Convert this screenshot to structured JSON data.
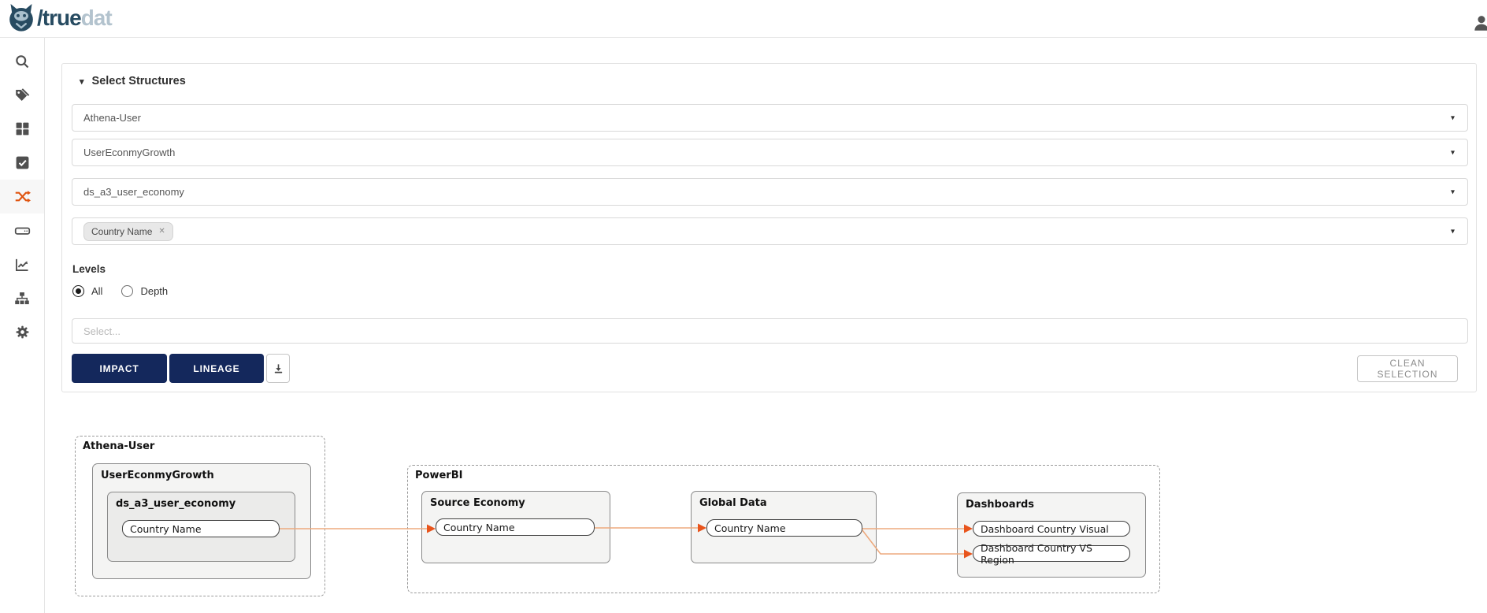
{
  "header": {
    "brand_dark": "/true",
    "brand_light": "dat",
    "owl_icon": "owl-logo-icon",
    "user_icon": "user-icon"
  },
  "sidebar": {
    "active_color": "#e0540f",
    "items": [
      {
        "name": "search",
        "icon": "search-icon",
        "active": false
      },
      {
        "name": "glossary",
        "icon": "tag-icon",
        "active": false
      },
      {
        "name": "catalog",
        "icon": "grid-icon",
        "active": false
      },
      {
        "name": "quality",
        "icon": "check-square-icon",
        "active": false
      },
      {
        "name": "lineage",
        "icon": "shuffle-icon",
        "active": true
      },
      {
        "name": "systems",
        "icon": "drive-icon",
        "active": false
      },
      {
        "name": "analytics",
        "icon": "chart-line-icon",
        "active": false
      },
      {
        "name": "hierarchy",
        "icon": "sitemap-icon",
        "active": false
      },
      {
        "name": "settings",
        "icon": "gear-icon",
        "active": false
      }
    ]
  },
  "icons": {
    "caret_down": "▾",
    "dd_caret": "▼",
    "chip_close": "✕"
  },
  "panel": {
    "title": "Select Structures",
    "dropdowns": [
      {
        "value": "Athena-User"
      },
      {
        "value": "UserEconmyGrowth"
      },
      {
        "value": "ds_a3_user_economy"
      },
      {
        "chips": [
          "Country Name"
        ]
      }
    ],
    "levels": {
      "label": "Levels",
      "options": [
        {
          "label": "All",
          "selected": true
        },
        {
          "label": "Depth",
          "selected": false
        }
      ]
    },
    "select_placeholder": "Select...",
    "buttons": {
      "impact": "IMPACT",
      "lineage": "LINEAGE",
      "download_icon": "download-icon",
      "clean": "CLEAN SELECTION"
    }
  },
  "diagram": {
    "groups": {
      "athena": "Athena-User",
      "powerbi": "PowerBI"
    },
    "nodes": {
      "user_econmy_growth": "UserEconmyGrowth",
      "ds_a3_user_economy": "ds_a3_user_economy",
      "athena_field": "Country Name",
      "source_economy": "Source Economy",
      "source_field": "Country Name",
      "global_data": "Global Data",
      "global_field": "Country Name",
      "dashboards": "Dashboards",
      "dashboard_1": "Dashboard Country Visual",
      "dashboard_2": "Dashboard Country VS Region"
    },
    "edges": [
      {
        "from": "ds_a3_user_economy.Country Name",
        "to": "Source Economy.Country Name"
      },
      {
        "from": "Source Economy.Country Name",
        "to": "Global Data.Country Name"
      },
      {
        "from": "Global Data.Country Name",
        "to": "Dashboards.Dashboard Country Visual"
      },
      {
        "from": "Global Data.Country Name",
        "to": "Dashboards.Dashboard Country VS Region"
      }
    ],
    "edge_color": "#edaa7e",
    "arrow_color": "#e8541c"
  }
}
